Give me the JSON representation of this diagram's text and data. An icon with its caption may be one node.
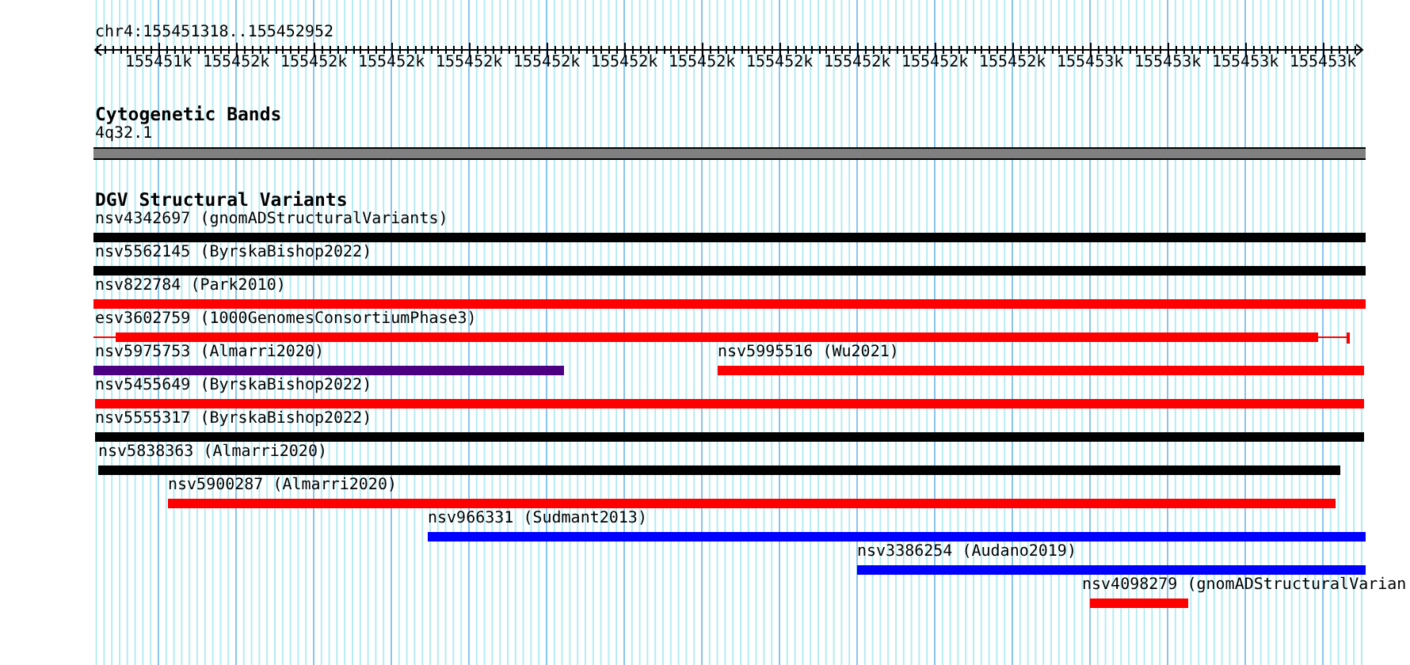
{
  "diagram": {
    "nodes": [
      {
        "text": [
          "4q32.1"
        ]
      },
      {
        "text": [
          "nsv4342697 (gnomADStructuralVariants)"
        ]
      },
      {
        "text": [
          "nsv5562145 (ByrskaBishop2022)"
        ]
      },
      {
        "text": [
          "nsv822784 (Park2010)"
        ]
      },
      {
        "text": [
          "esv3602759 (1000GenomesConsortiumPhase3)"
        ]
      },
      {
        "text": [
          "nsv5975753 (Almarri2020)"
        ]
      },
      {
        "text": [
          "nsv5995516 (Wu2021)"
        ]
      },
      {
        "text": [
          "nsv5455649 (ByrskaBishop2022)"
        ]
      },
      {
        "text": [
          "nsv5555317 (ByrskaBishop2022)"
        ]
      },
      {
        "text": [
          "nsv5838363 (Almarri2020)"
        ]
      },
      {
        "text": [
          "nsv5900287 (Almarri2020)"
        ]
      },
      {
        "text": [
          "nsv966331 (Sudmant2013)"
        ]
      },
      {
        "text": [
          "nsv3386254 (Audano2019)"
        ]
      },
      {
        "text": [
          "nsv4098279 (gnomADStructuralVarian"
        ]
      }
    ],
    "labels": [
      "chr4:155451318..155452952",
      "155451k",
      "155452k",
      "155452k",
      "155452k",
      "155452k",
      "155452k",
      "155452k",
      "155452k",
      "155452k",
      "155452k",
      "155452k",
      "155452k",
      "155453k",
      "155453k",
      "155453k",
      "155453k",
      "Cytogenetic Bands",
      "DGV Structural Variants"
    ]
  }
}
